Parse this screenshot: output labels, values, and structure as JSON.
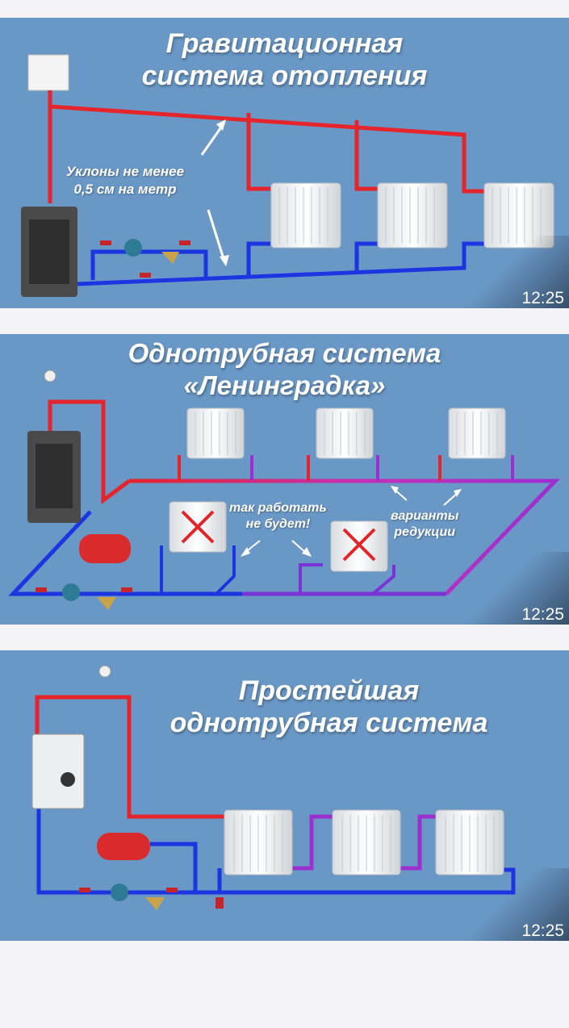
{
  "videos": [
    {
      "title_line1": "Гравитационная",
      "title_line2": "система отопления",
      "annotation_line1": "Уклоны не менее",
      "annotation_line2": "0,5 см на метр",
      "duration": "12:25"
    },
    {
      "title_line1": "Однотрубная система",
      "title_line2": "«Ленинградка»",
      "note_left_line1": "так работать",
      "note_left_line2": "не будет!",
      "note_right_line1": "варианты",
      "note_right_line2": "редукции",
      "duration": "12:25"
    },
    {
      "title_line1": "Простейшая",
      "title_line2": "однотрубная система",
      "duration": "12:25"
    }
  ],
  "colors": {
    "card_background": "#6a98c6",
    "supply_pipe": "#e5242b",
    "return_pipe": "#1d35e0",
    "mixed_pipe": "#9b2fd0",
    "page_background": "#f4f4f6"
  }
}
